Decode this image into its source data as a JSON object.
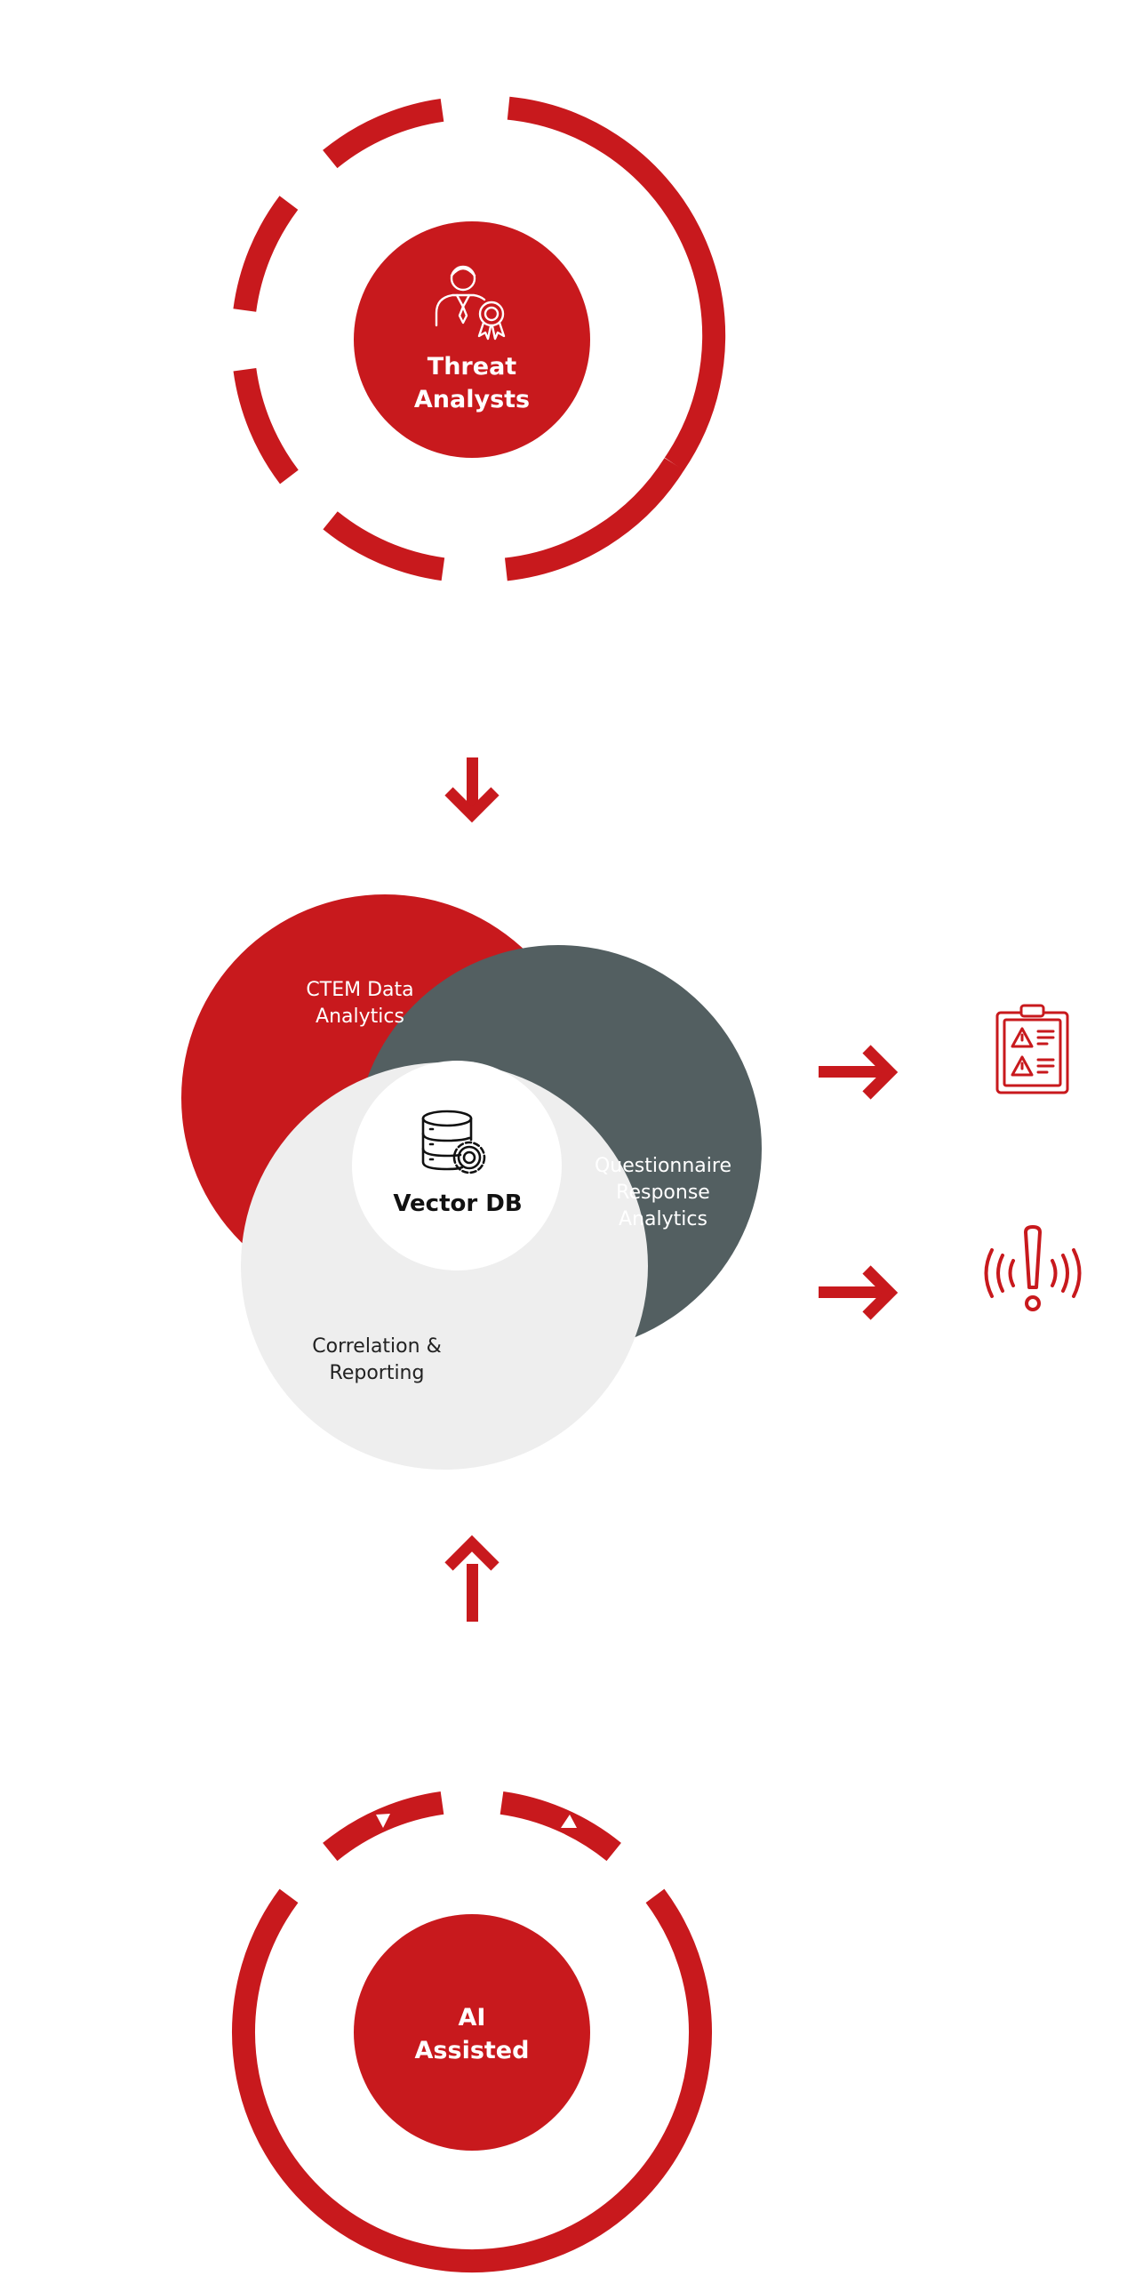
{
  "colors": {
    "accent": "#C8191D",
    "slate": "#535F61",
    "light_gray": "#EEEEEE",
    "background": "#FFFFFF",
    "text_dark": "#111111"
  },
  "top_hub": {
    "label_line1": "Threat",
    "label_line2": "Analysts",
    "icon": "analyst-with-award-icon"
  },
  "bottom_hub": {
    "label_line1": "AI",
    "label_line2": "Assisted"
  },
  "venn": {
    "red_circle": {
      "line1": "CTEM Data",
      "line2": "Analytics"
    },
    "slate_circle": {
      "line1": "Questionnaire",
      "line2": "Response",
      "line3": "Analytics"
    },
    "gray_circle": {
      "line1": "Correlation &",
      "line2": "Reporting"
    },
    "core": {
      "label": "Vector DB",
      "icon": "database-gear-icon"
    }
  },
  "outputs": [
    {
      "icon": "clipboard-warning-icon"
    },
    {
      "icon": "alert-signal-icon"
    }
  ],
  "arrows": [
    "arrow-down-icon",
    "arrow-up-icon",
    "arrow-right-icon",
    "arrow-right-icon"
  ]
}
